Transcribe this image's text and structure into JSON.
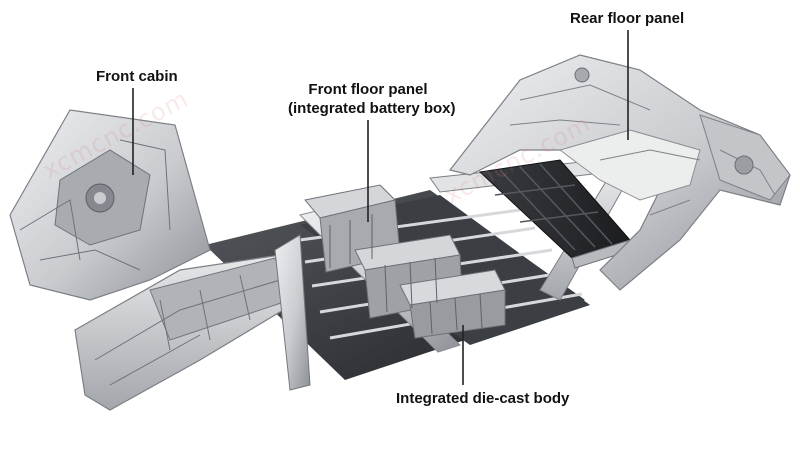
{
  "labels": {
    "front_cabin": "Front cabin",
    "front_floor_line1": "Front floor panel",
    "front_floor_line2": "(integrated battery box)",
    "rear_floor": "Rear floor panel",
    "die_cast_body": "Integrated die-cast body"
  },
  "watermark": "xcmcnc.com",
  "colors": {
    "label_text": "#111111",
    "leader_line": "#222222",
    "metal_light": "#dcdde0",
    "metal_mid": "#b9bbbf",
    "metal_dark": "#7c7f85",
    "battery_dark": "#2b2d31",
    "watermark": "#dc7878"
  }
}
